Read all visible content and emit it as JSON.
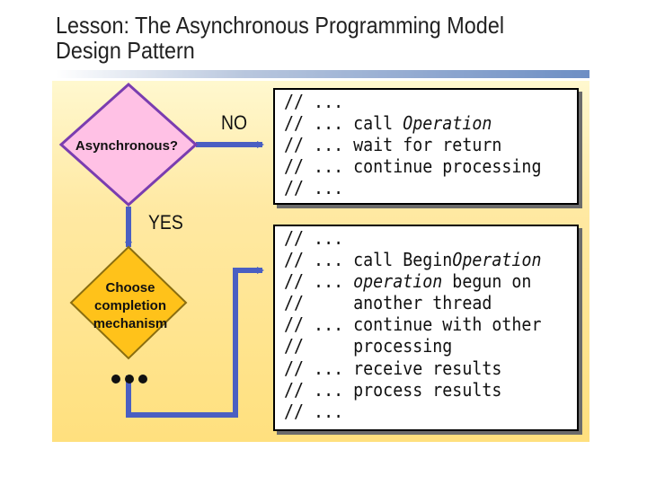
{
  "slide": {
    "title_line1": "Lesson: The Asynchronous Programming Model",
    "title_line2": "Design Pattern"
  },
  "flowchart": {
    "decision_label": "Asynchronous?",
    "no_label": "NO",
    "yes_label": "YES",
    "choice_label": "Choose completion mechanism",
    "ellipsis": "•••",
    "colors": {
      "decision_fill": "#ffc1e5",
      "decision_stroke": "#7a3db0",
      "choice_fill": "#ffc21a",
      "choice_stroke": "#8a6e10",
      "arrow": "#4a5fc2"
    }
  },
  "sync_code": [
    {
      "prefix": "// ...",
      "text": "",
      "italic": ""
    },
    {
      "prefix": "// ...",
      "text": "call ",
      "italic": "Operation"
    },
    {
      "prefix": "// ...",
      "text": "wait for return",
      "italic": ""
    },
    {
      "prefix": "// ...",
      "text": "continue processing",
      "italic": ""
    },
    {
      "prefix": "// ...",
      "text": "",
      "italic": ""
    }
  ],
  "async_code": [
    {
      "prefix": "// ...",
      "text": "",
      "italic": "",
      "rest": ""
    },
    {
      "prefix": "// ...",
      "text": "call Begin",
      "italic": "Operation",
      "rest": ""
    },
    {
      "prefix": "// ...",
      "text": "",
      "italic": "operation",
      "rest": " begun on"
    },
    {
      "prefix": "//    ",
      "text": "another thread",
      "italic": "",
      "rest": ""
    },
    {
      "prefix": "// ...",
      "text": "continue with other",
      "italic": "",
      "rest": ""
    },
    {
      "prefix": "//    ",
      "text": "processing",
      "italic": "",
      "rest": ""
    },
    {
      "prefix": "// ...",
      "text": "receive results",
      "italic": "",
      "rest": ""
    },
    {
      "prefix": "// ...",
      "text": "process results",
      "italic": "",
      "rest": ""
    },
    {
      "prefix": "// ...",
      "text": "",
      "italic": "",
      "rest": ""
    }
  ]
}
